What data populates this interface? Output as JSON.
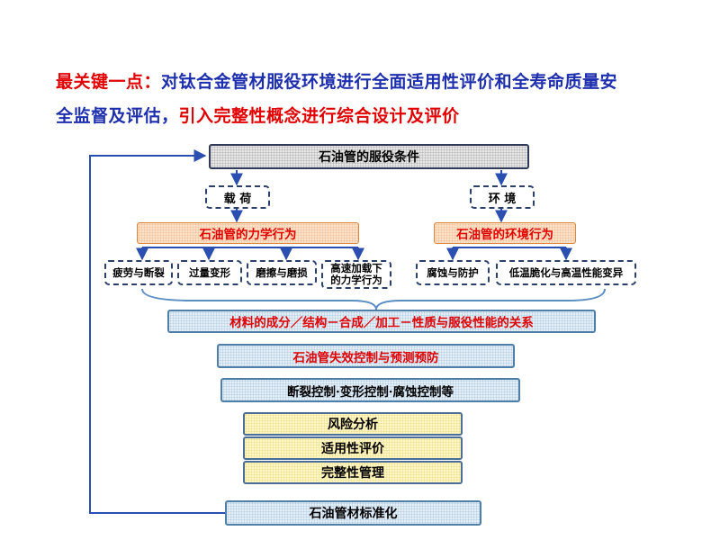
{
  "heading": {
    "prefix": "最关键一点：",
    "line1_rest": "对钛合金管材服役环境进行全面适用性评价和全寿命质量安",
    "line2_blue": "全监督及评估，",
    "line2_red": "引入完整性概念进行综合设计及评价"
  },
  "diagram": {
    "service_conditions": "石油管的服役条件",
    "load": "载 荷",
    "environment": "环 境",
    "mechanical_behavior": "石油管的力学行为",
    "environmental_behavior": "石油管的环境行为",
    "mechanical_items": [
      "疲劳与断裂",
      "过量变形",
      "磨擦与磨损",
      "高速加载下的力学行为"
    ],
    "environmental_items": [
      "腐蚀与防护",
      "低温脆化与高温性能变异"
    ],
    "materials_relation": "材料的成分／结构－合成／加工－性质与服役性能的关系",
    "failure_control": "石油管失效控制与预测预防",
    "controls": "断裂控制·变形控制·腐蚀控制等",
    "risk_analysis": "风险分析",
    "fitness_evaluation": "适用性评价",
    "integrity_management": "完整性管理",
    "standardization": "石油管材标准化"
  },
  "colors": {
    "heading_red": "#e00000",
    "heading_blue": "#1e2fae",
    "arrow_blue": "#2b4fb0",
    "brace": "#5b8ec4"
  }
}
